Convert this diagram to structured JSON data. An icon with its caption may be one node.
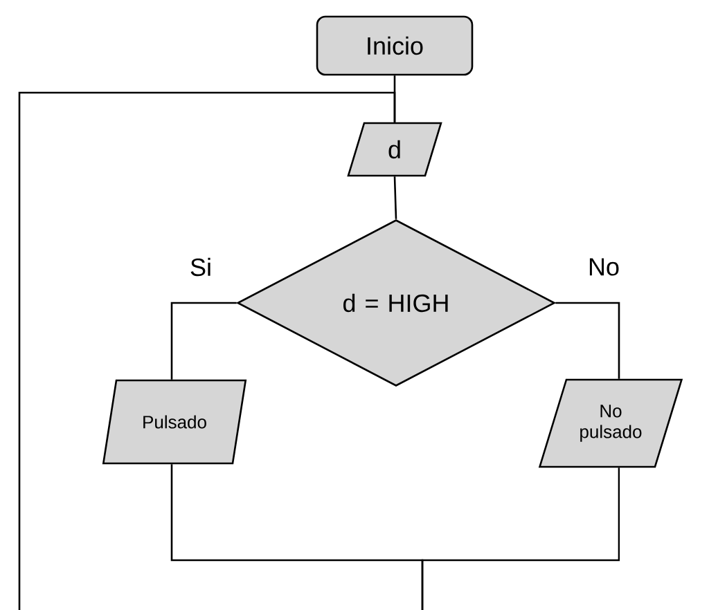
{
  "diagram": {
    "nodes": [
      {
        "text": [
          "Inicio"
        ]
      },
      {
        "text": [
          "d"
        ]
      },
      {
        "text": [
          "d = HIGH"
        ]
      },
      {
        "text": [
          "Pulsado"
        ]
      },
      {
        "text": [
          "No pulsado"
        ]
      }
    ],
    "edges": [
      {
        "from": 0,
        "to": 1,
        "arrow": "none"
      },
      {
        "from": 1,
        "to": 2,
        "arrow": "none"
      },
      {
        "from": 2,
        "to": 3,
        "arrow": "none",
        "label": "Si"
      },
      {
        "from": 2,
        "to": 4,
        "arrow": "none",
        "label": "No"
      },
      {
        "from": 3,
        "to": null,
        "arrow": "none"
      },
      {
        "from": 4,
        "to": null,
        "arrow": "none"
      },
      {
        "from": null,
        "to": 1,
        "arrow": "none"
      }
    ]
  }
}
